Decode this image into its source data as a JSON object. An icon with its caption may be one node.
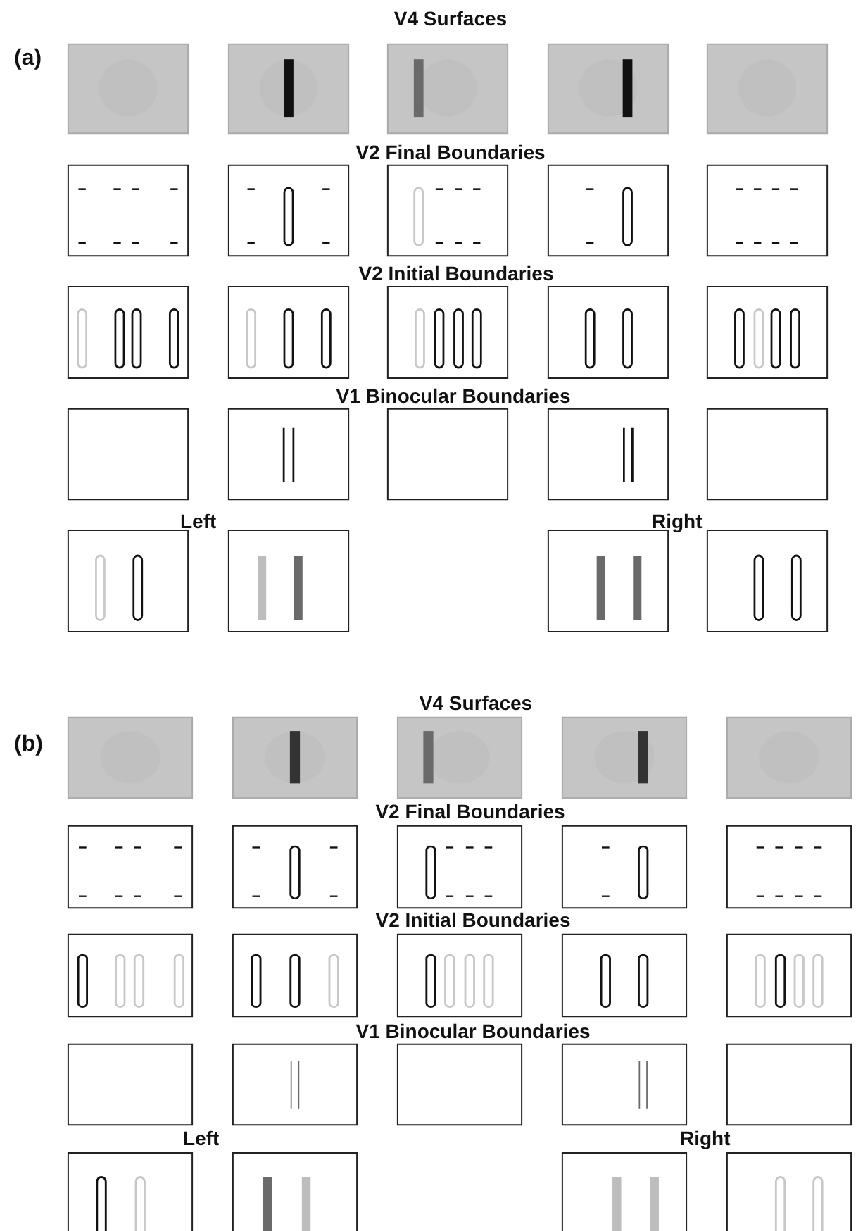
{
  "diagram": {
    "labels": [
      "(a)",
      "V4 Surfaces",
      "V2 Final Boundaries",
      "V2 Initial Boundaries",
      "V1 Binocular Boundaries",
      "Left",
      "Right",
      "(b)",
      "V4 Surfaces",
      "V2 Final Boundaries",
      "V2 Initial Boundaries",
      "V1 Binocular Boundaries",
      "Left",
      "Right"
    ]
  }
}
